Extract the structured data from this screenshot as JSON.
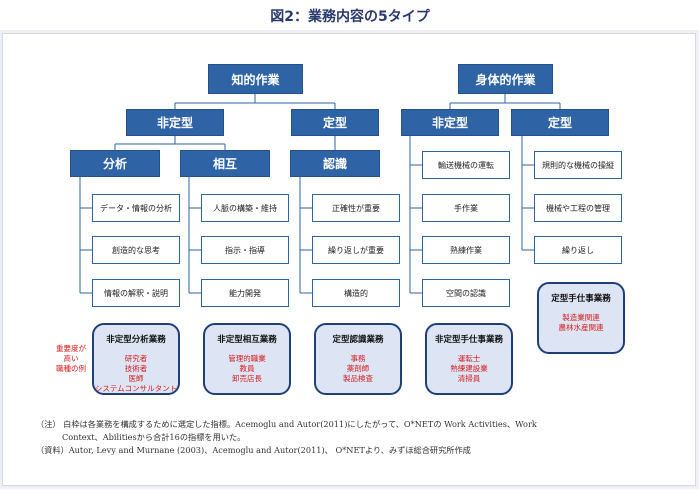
{
  "title": "図2：業務内容の5タイプ",
  "top": {
    "cognitive": "知的作業",
    "physical": "身体的作業"
  },
  "level2": {
    "cog_nonroutine": "非定型",
    "cog_routine": "定型",
    "phy_nonroutine": "非定型",
    "phy_routine": "定型"
  },
  "level3": {
    "analysis": "分析",
    "interaction": "相互",
    "recognition": "認識"
  },
  "leaves": {
    "analysis": [
      "データ・情報の分析",
      "創造的な思考",
      "情報の解釈・説明"
    ],
    "interaction": [
      "人脈の構築・維持",
      "指示・指導",
      "能力開発"
    ],
    "recognition": [
      "正確性が重要",
      "繰り返しが重要",
      "構造的"
    ],
    "phy_nonroutine": [
      "輸送機械の運転",
      "手作業",
      "熟練作業",
      "空間の認識"
    ],
    "phy_routine": [
      "規則的な機械の操縦",
      "機械や工程の管理",
      "繰り返し"
    ]
  },
  "side_note": [
    "重要度が",
    "高い",
    "職種の例"
  ],
  "categories": [
    {
      "title": "非定型分析業務",
      "items": [
        "研究者",
        "技術者",
        "医師",
        "システムコンサルタント"
      ]
    },
    {
      "title": "非定型相互業務",
      "items": [
        "管理的職業",
        "教員",
        "卸売店長"
      ]
    },
    {
      "title": "定型認識業務",
      "items": [
        "事務",
        "薬剤師",
        "製品検査"
      ]
    },
    {
      "title": "非定型手仕事業務",
      "items": [
        "運転士",
        "熟練建設業",
        "清掃員"
      ]
    },
    {
      "title": "定型手仕事業務",
      "items": [
        "製造業関連",
        "農林水産関連"
      ]
    }
  ],
  "notes": {
    "line1": "（注） 白枠は各業務を構成するために選定した指標。Acemoglu and Autor(2011)にしたがって、O*NETの Work Activities、Work",
    "line2": "Context、Abilitiesから合計16の指標を用いた。",
    "line3": "（資料）Autor, Levy and Murnane (2003)、Acemoglu and Autor(2011)、 O*NETより、みずほ総合研究所作成"
  },
  "colors": {
    "box": "#2e63a6",
    "rounded_fill": "#dde5f4",
    "rounded_border": "#1e3f7a",
    "red_text": "#d51d1d"
  }
}
